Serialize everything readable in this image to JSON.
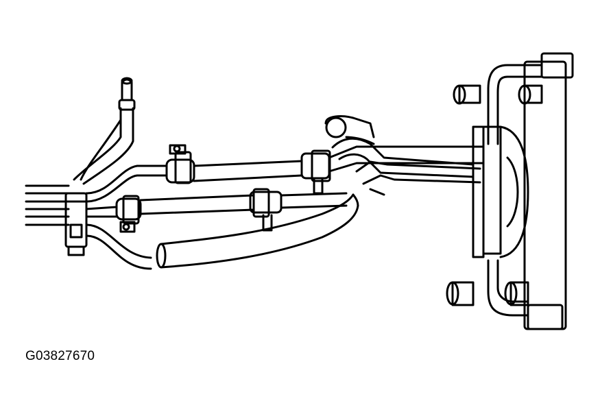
{
  "figure": {
    "id_label": "G03827670"
  },
  "colors": {
    "line": "#000000",
    "background": "#ffffff"
  },
  "parts": [
    {
      "name": "bleeder-fitting",
      "icon": "pipe-fitting-icon"
    },
    {
      "name": "tube-bundle-clamp",
      "icon": "clamp-icon"
    },
    {
      "name": "upper-hose",
      "icon": "hose-icon"
    },
    {
      "name": "lower-hose",
      "icon": "hose-icon"
    },
    {
      "name": "large-hose",
      "icon": "hose-icon"
    },
    {
      "name": "hose-clamps",
      "icon": "hose-clamp-icon"
    },
    {
      "name": "cooler",
      "icon": "radiator-icon"
    }
  ]
}
